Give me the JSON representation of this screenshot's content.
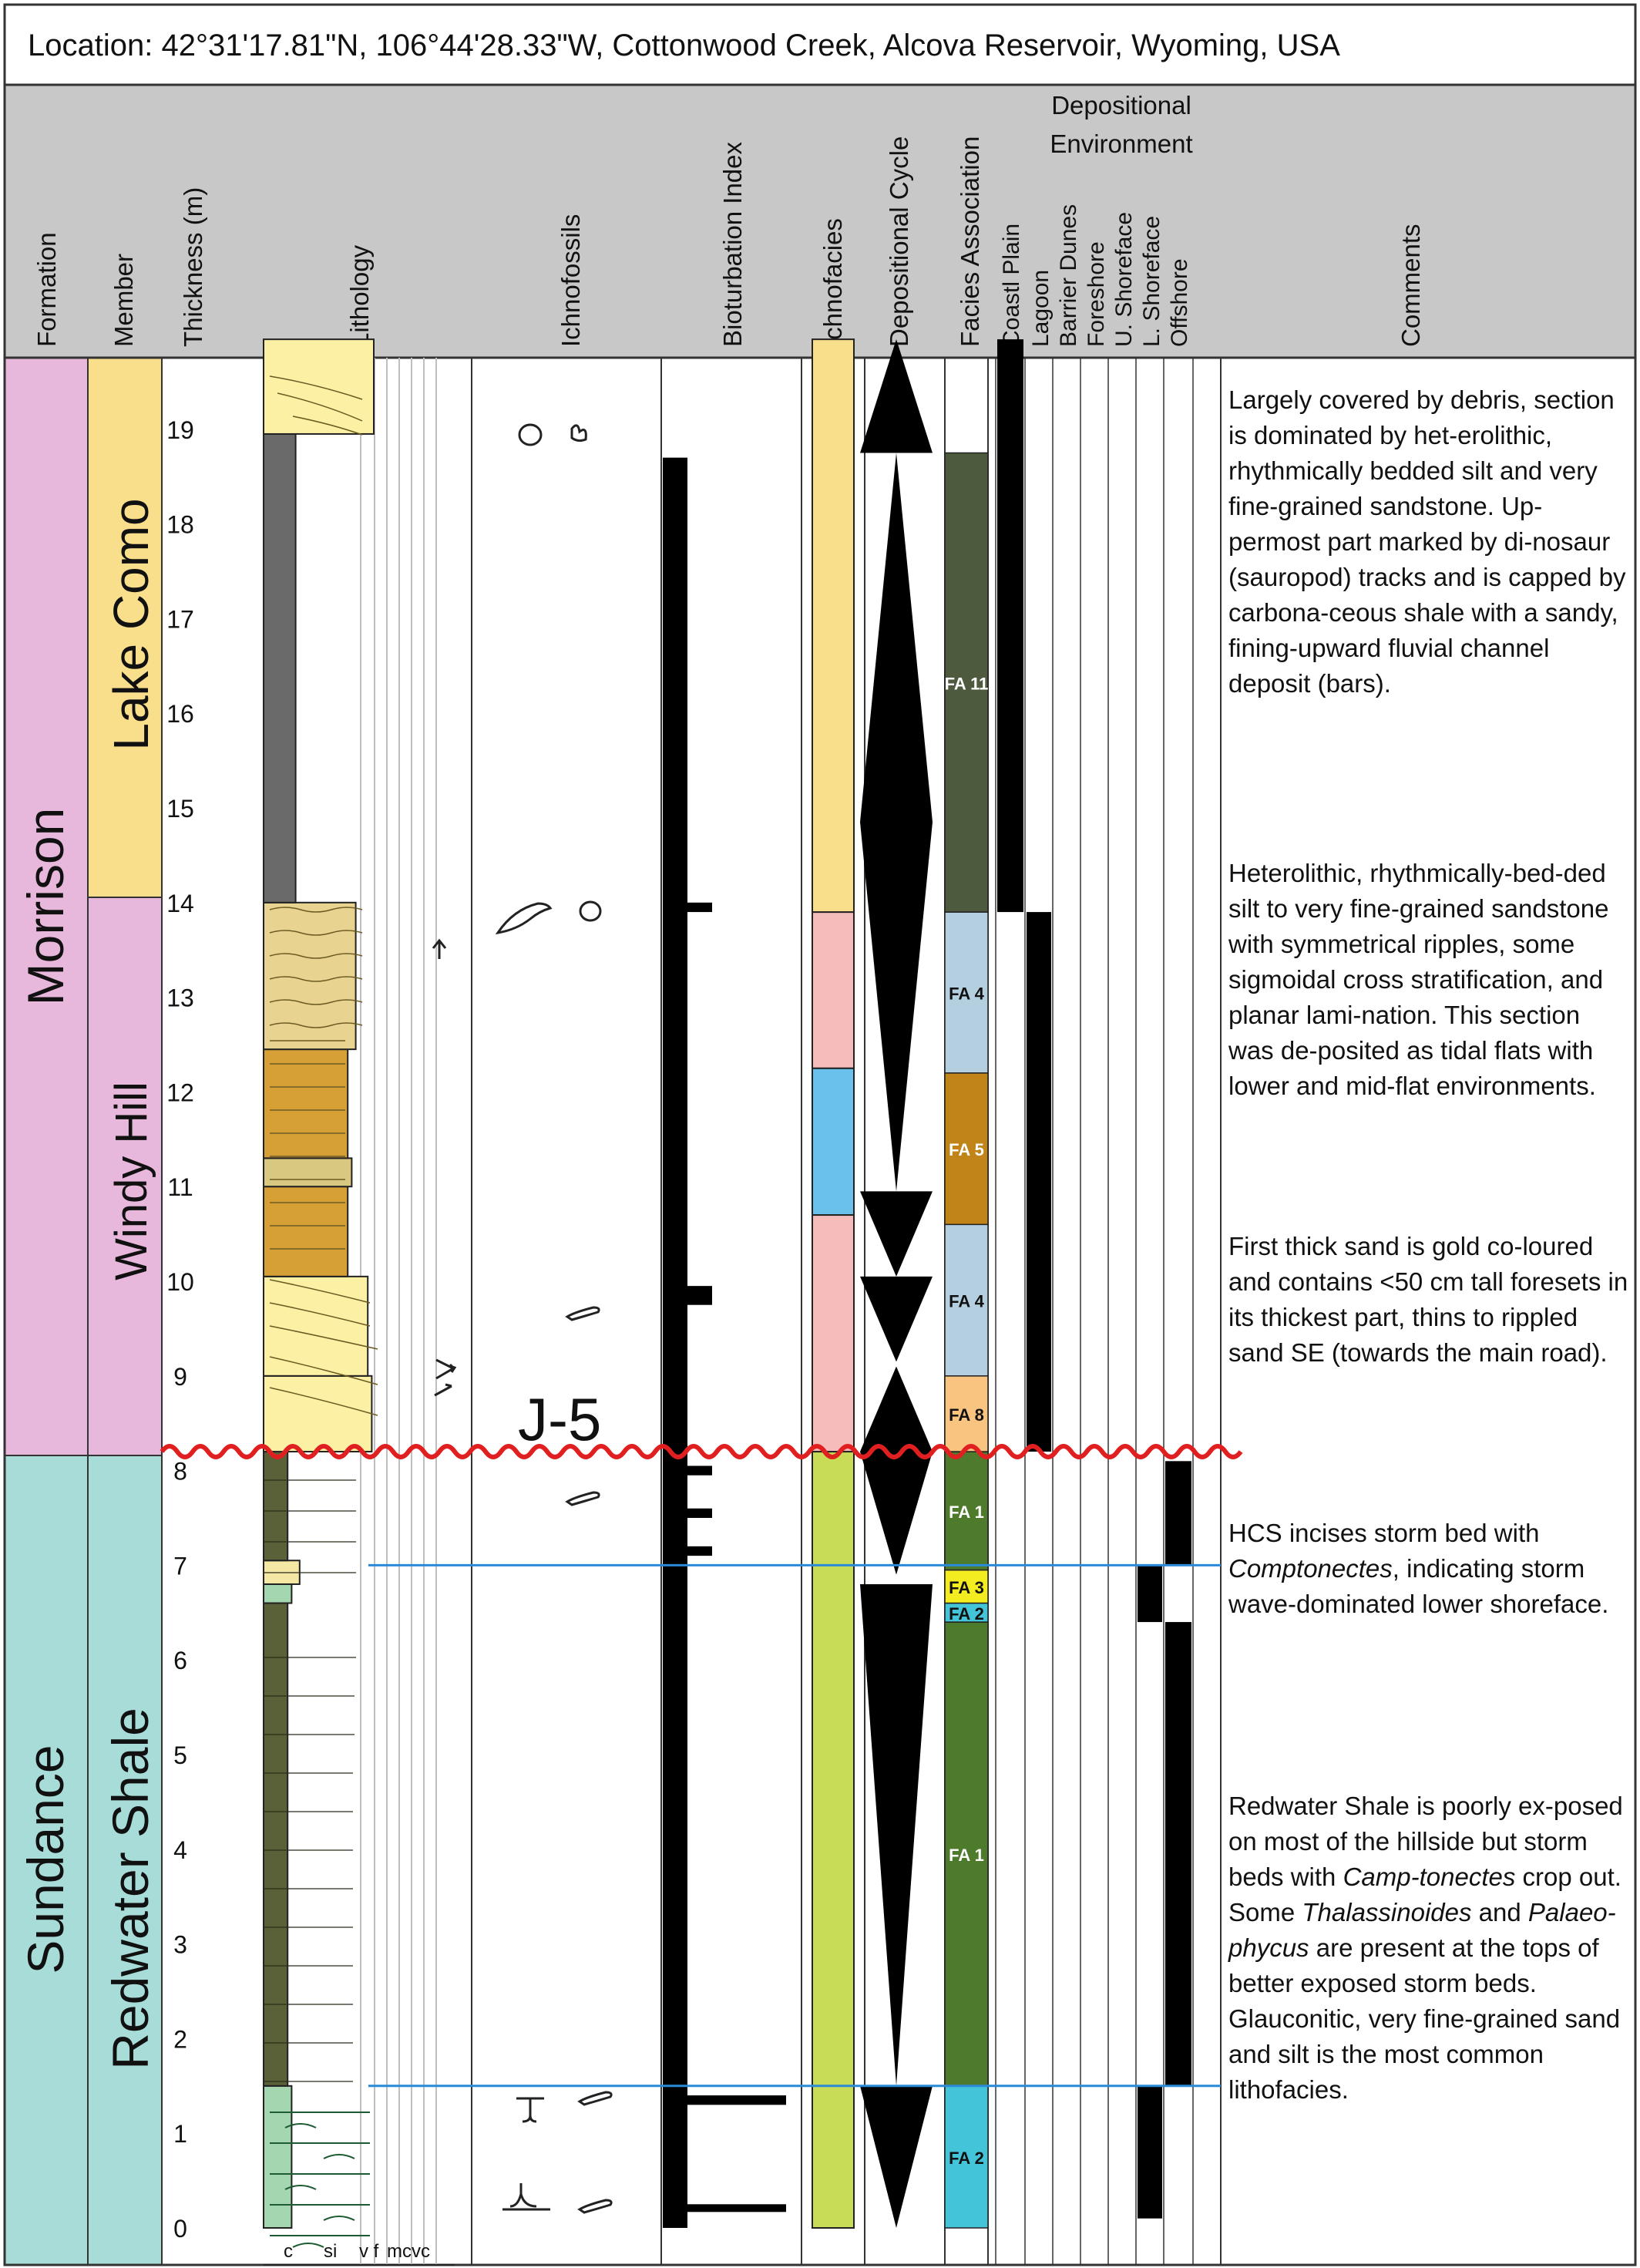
{
  "location": "Location:   42°31'17.81\"N, 106°44'28.33\"W, Cottonwood Creek, Alcova Reservoir, Wyoming, USA",
  "headers": {
    "formation": "Formation",
    "member": "Member",
    "thickness": "Thickness (m)",
    "lithology": "Lithology",
    "ichnofossils": "Ichnofossils",
    "bioturbation": "Bioturbation Index",
    "ichnofacies": "Ichnofacies",
    "cycle": "Depositional Cycle",
    "facies": "Facies Association",
    "environment_line1": "Depositional",
    "environment_line2": "Environment",
    "comments": "Comments",
    "env": [
      "Coastl Plain",
      "Lagoon",
      "Barrier Dunes",
      "Foreshore",
      "U. Shoreface",
      "L. Shoreface",
      "Offshore"
    ]
  },
  "formations": {
    "morrison": "Morrison",
    "sundance": "Sundance",
    "colors": {
      "morrison": "#e8b8dc",
      "sundance": "#a8dcd8"
    }
  },
  "members": {
    "lake_como": "Lake Como",
    "windy_hill": "Windy Hill",
    "redwater": "Redwater  Shale",
    "colors": {
      "lake_como": "#f9df8c",
      "windy_hill": "#e8b8dc",
      "redwater": "#a8dcd8"
    }
  },
  "thickness_ticks": [
    "0",
    "1",
    "2",
    "3",
    "4",
    "5",
    "6",
    "7",
    "8",
    "9",
    "10",
    "11",
    "12",
    "13",
    "14",
    "15",
    "16",
    "17",
    "18",
    "19"
  ],
  "grain_size_labels": {
    "c": "c",
    "si": "si",
    "vf": "v f",
    "mcvc": "mcvc"
  },
  "unconformity_label": "J-5",
  "lithology_units": [
    {
      "from": 0.0,
      "to": 1.5,
      "grain": 0.14,
      "color": "#a4d6b0"
    },
    {
      "from": 1.5,
      "to": 6.6,
      "grain": 0.12,
      "color": "#5a6038"
    },
    {
      "from": 6.6,
      "to": 6.8,
      "grain": 0.14,
      "color": "#a4d6b0"
    },
    {
      "from": 6.8,
      "to": 7.05,
      "grain": 0.18,
      "color": "#f4e8a4"
    },
    {
      "from": 7.05,
      "to": 8.2,
      "grain": 0.12,
      "color": "#5a6038"
    },
    {
      "from": 8.2,
      "to": 9.0,
      "grain": 0.54,
      "color": "#fbf0a4"
    },
    {
      "from": 9.0,
      "to": 10.05,
      "grain": 0.52,
      "color": "#fbf0a4"
    },
    {
      "from": 10.05,
      "to": 11.0,
      "grain": 0.42,
      "color": "#d6a036"
    },
    {
      "from": 11.0,
      "to": 11.3,
      "grain": 0.44,
      "color": "#d8c880"
    },
    {
      "from": 11.3,
      "to": 12.45,
      "grain": 0.42,
      "color": "#d6a036"
    },
    {
      "from": 12.45,
      "to": 14.0,
      "grain": 0.46,
      "color": "#e8d490"
    },
    {
      "from": 14.0,
      "to": 18.95,
      "grain": 0.16,
      "color": "#6a6a6a"
    },
    {
      "from": 18.95,
      "to": 19.95,
      "grain": 0.55,
      "color": "#fbf0a4"
    }
  ],
  "bioturbation": [
    {
      "from": 0.0,
      "to": 18.7,
      "value": 1
    },
    {
      "from": 0.2,
      "to": 0.25,
      "value": 5
    },
    {
      "from": 1.3,
      "to": 1.4,
      "value": 5
    },
    {
      "from": 7.1,
      "to": 7.2,
      "value": 2
    },
    {
      "from": 7.5,
      "to": 7.6,
      "value": 2
    },
    {
      "from": 7.95,
      "to": 8.05,
      "value": 2
    },
    {
      "from": 9.75,
      "to": 9.95,
      "value": 2
    },
    {
      "from": 13.9,
      "to": 14.0,
      "value": 2
    }
  ],
  "ichnofacies": [
    {
      "from": 0.0,
      "to": 8.2,
      "color": "#c8dc58"
    },
    {
      "from": 8.2,
      "to": 10.7,
      "color": "#f6bcbc"
    },
    {
      "from": 10.7,
      "to": 12.25,
      "color": "#6ac2ec"
    },
    {
      "from": 12.25,
      "to": 13.9,
      "color": "#f6bcbc"
    },
    {
      "from": 13.9,
      "to": 19.95,
      "color": "#f9df8c"
    }
  ],
  "cycles": [
    {
      "from": 0.0,
      "to": 1.5,
      "shape": "down"
    },
    {
      "from": 1.5,
      "to": 6.8,
      "shape": "down"
    },
    {
      "from": 6.9,
      "to": 8.2,
      "shape": "down"
    },
    {
      "from": 8.2,
      "to": 9.1,
      "shape": "up"
    },
    {
      "from": 9.15,
      "to": 10.05,
      "shape": "down"
    },
    {
      "from": 10.05,
      "to": 10.95,
      "shape": "down"
    },
    {
      "from": 10.95,
      "to": 18.75,
      "shape": "diamond"
    },
    {
      "from": 18.75,
      "to": 19.95,
      "shape": "up"
    }
  ],
  "facies": [
    {
      "from": 0.0,
      "to": 1.5,
      "label": "FA 2",
      "color": "#44c4d8"
    },
    {
      "from": 1.5,
      "to": 6.4,
      "label": "FA 1",
      "color": "#4e7a2c"
    },
    {
      "from": 6.4,
      "to": 6.6,
      "label": "FA 2",
      "color": "#44c4d8"
    },
    {
      "from": 6.6,
      "to": 6.95,
      "label": "FA 3",
      "color": "#f2ec20"
    },
    {
      "from": 6.95,
      "to": 8.2,
      "label": "FA 1",
      "color": "#4e7a2c"
    },
    {
      "from": 8.2,
      "to": 9.0,
      "label": "FA 8",
      "color": "#f8c480"
    },
    {
      "from": 9.0,
      "to": 10.6,
      "label": "FA 4",
      "color": "#b4d0e0"
    },
    {
      "from": 10.6,
      "to": 12.2,
      "label": "FA 5",
      "color": "#c08418"
    },
    {
      "from": 12.2,
      "to": 13.9,
      "label": "FA 4",
      "color": "#b4d0e0"
    },
    {
      "from": 13.9,
      "to": 18.75,
      "label": "FA 11",
      "color": "#4e5a3e"
    }
  ],
  "environment_bars": [
    {
      "column": 0,
      "from": 13.9,
      "to": 19.95
    },
    {
      "column": 1,
      "from": 8.2,
      "to": 13.9
    },
    {
      "column": 5,
      "from": 0.1,
      "to": 1.5
    },
    {
      "column": 5,
      "from": 6.4,
      "to": 7.0
    },
    {
      "column": 6,
      "from": 1.5,
      "to": 6.4
    },
    {
      "column": 6,
      "from": 7.0,
      "to": 8.1
    }
  ],
  "comments": [
    {
      "text": "Largely covered by debris, section is dominated by het-erolithic, rhythmically bedded silt and very fine-grained sandstone. Up-permost part marked by di-nosaur (sauropod) tracks and is capped by carbona-ceous shale with a sandy, fining-upward fluvial channel deposit (bars)."
    },
    {
      "text": "Heterolithic, rhythmically-bed-ded silt to very fine-grained sandstone with symmetrical ripples, some sigmoidal cross stratification, and planar lami-nation. This section was de-posited as tidal flats with lower and mid-flat environments."
    },
    {
      "text": "First thick sand is gold co-loured and contains <50 cm tall foresets in its thickest part, thins to rippled sand SE (towards the main road)."
    },
    {
      "part1": "HCS incises storm bed with ",
      "italic1": "Comptonectes",
      "part2": ", indicating storm wave-dominated lower shoreface."
    },
    {
      "part1": "Redwater Shale is poorly ex-posed on most of the hillside but storm beds with ",
      "italic1": "Camp-tonectes",
      "part2": " crop out. Some ",
      "italic2": "Thalassinoides",
      "part3": " and ",
      "italic3": "Palaeo-phycus",
      "part4": " are present at the tops of better exposed storm beds. Glauconitic, very fine-grained sand and silt is the most common lithofacies."
    }
  ],
  "colors": {
    "unconformity": "#e02020",
    "contact_lines": "#2a8ad8",
    "header_bg": "#c8c8c8",
    "bars": "#000000"
  }
}
